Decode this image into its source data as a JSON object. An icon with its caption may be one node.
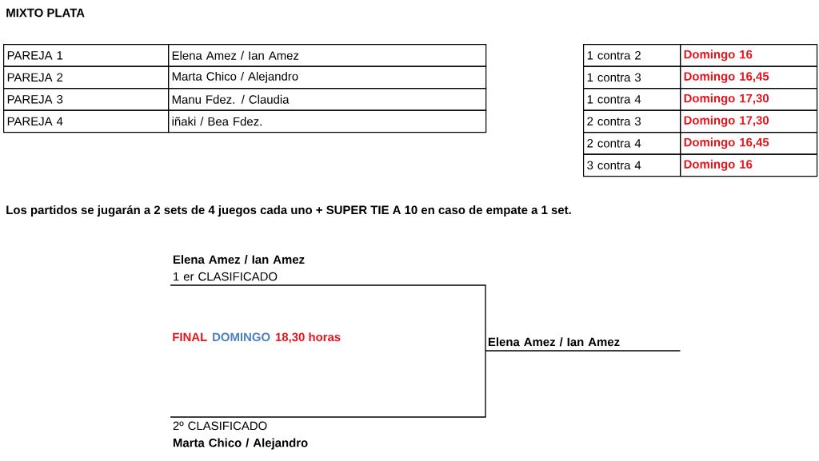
{
  "diagram": {
    "title": "MIXTO PLATA",
    "nodes": [
      {
        "text": [
          "Elena Amez / Ian Amez",
          "1 er CLASIFICADO"
        ]
      },
      {
        "text": [
          "2º CLASIFICADO",
          "Marta Chico / Alejandro"
        ]
      },
      {
        "text": [
          "Elena Amez / Ian Amez"
        ]
      }
    ],
    "edges": [
      {
        "from": 0,
        "to": 2,
        "arrow": "none"
      },
      {
        "from": 1,
        "to": 2,
        "arrow": "none"
      }
    ],
    "labels": [
      "PAREJA 1",
      "Elena Amez / Ian Amez",
      "PAREJA 2",
      "Marta Chico / Alejandro",
      "PAREJA 3",
      "Manu Fdez. / Claudia",
      "PAREJA 4",
      "iñaki / Bea Fdez.",
      "1 contra 2",
      "Domingo 16",
      "1 contra 3",
      "Domingo 16,45",
      "1 contra 4",
      "Domingo 17,30",
      "2 contra 3",
      "Domingo 17,30",
      "2 contra 4",
      "Domingo 16,45",
      "3 contra 4",
      "Domingo 16",
      "Los partidos se jugarán a 2 sets de 4 juegos cada uno  + SUPER TIE A 10  en caso de empate a 1 set.",
      "FINAL",
      "DOMINGO",
      "18,30  horas"
    ]
  }
}
